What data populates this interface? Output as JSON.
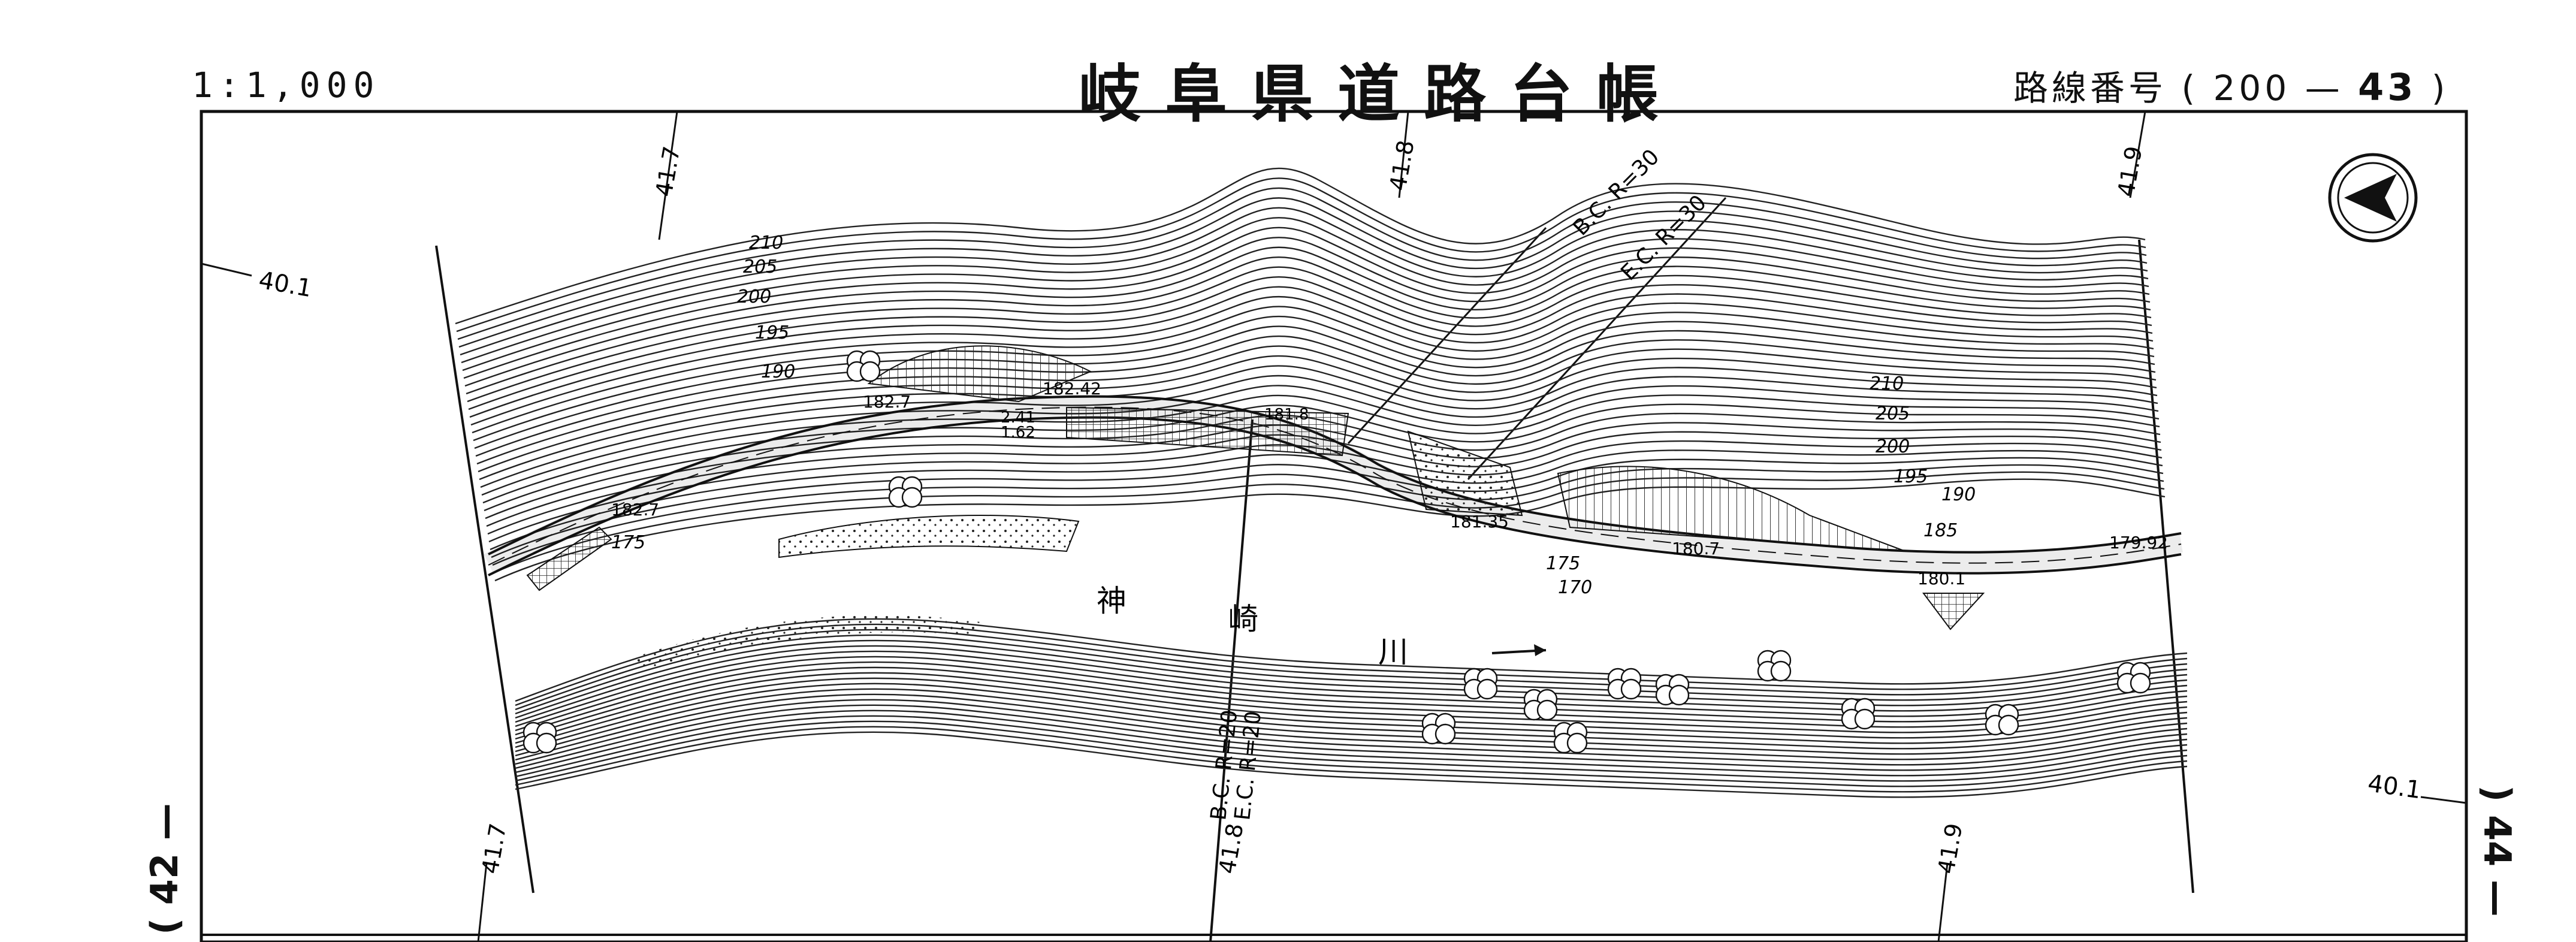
{
  "header": {
    "scale": "1:1,000",
    "title": "岐阜県道路台帳",
    "route_label": "路線番号",
    "route_open": "(",
    "route_number": "200",
    "route_dash": "—",
    "route_sheet": "43",
    "route_close": ")"
  },
  "adjacent_sheets": {
    "left": {
      "open": "(",
      "number": "42",
      "close": "—"
    },
    "right": {
      "open": ")",
      "number": "44",
      "close": "—"
    }
  },
  "map": {
    "station_labels": [
      "40.1",
      "41.7",
      "41.8",
      "41.9",
      "40.1",
      "41.7",
      "41.8",
      "41.9"
    ],
    "contour_labels": [
      "210",
      "205",
      "200",
      "195",
      "190",
      "210",
      "205",
      "200",
      "195",
      "190",
      "185",
      "175",
      "170",
      "175"
    ],
    "elevation_points": [
      "182.7",
      "182.42",
      "182.7",
      "181.35",
      "180.7",
      "180.1",
      "179.92",
      "181.8",
      "2.41",
      "1.62"
    ],
    "curve_labels": [
      "B.C. R=30",
      "E.C. R=30",
      "B.C. R=20",
      "E.C. R=20"
    ],
    "river_chars": [
      "神",
      "崎",
      "川"
    ],
    "north_arrow": "north-arrow"
  }
}
